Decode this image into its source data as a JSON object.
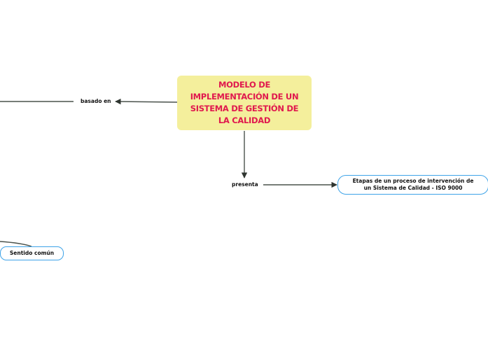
{
  "central_topic": {
    "label": "MODELO DE IMPLEMENTACIÓN DE UN SISTEMA DE GESTIÓN DE LA CALIDAD",
    "bg_color": "#f4ef9c",
    "text_color": "#e0194e"
  },
  "relationships": [
    {
      "id": "basado-en",
      "label": "basado en"
    },
    {
      "id": "presenta",
      "label": "presenta"
    }
  ],
  "topics": [
    {
      "id": "etapas",
      "label": "Etapas de un proceso de intervención de un Sistema de Calidad - ISO 9000",
      "border_color": "#3ea3e8"
    },
    {
      "id": "sentido",
      "label": "Sentido común",
      "border_color": "#3ea3e8"
    }
  ],
  "colors": {
    "connector": "#4a524c",
    "topic_border": "#3ea3e8"
  }
}
